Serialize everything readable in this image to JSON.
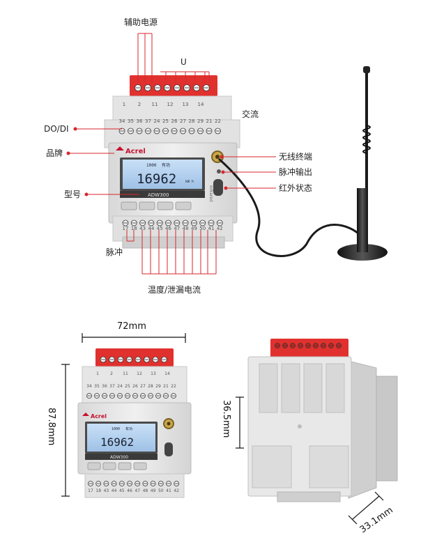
{
  "callouts": {
    "aux_power": "辅助电源",
    "voltage": "U",
    "ac": "交流",
    "do_di": "DO/DI",
    "brand": "品牌",
    "wireless": "无线终端",
    "pulse_output": "脉冲输出",
    "infrared": "红外状态",
    "model": "型号",
    "pulse": "脉冲",
    "temp_leakage": "温度/泄漏电流"
  },
  "device": {
    "brand": "Acrel",
    "model": "ADW300",
    "reading": "16962",
    "unit": "kW h",
    "infrared_label": "Infrared",
    "lcd_small_a": "1000",
    "lcd_small_b": "有功",
    "top_terminals": [
      "1",
      "2",
      "11",
      "12",
      "13",
      "14"
    ],
    "mid_terminals": [
      "34",
      "35",
      "36",
      "37",
      "24",
      "25",
      "26",
      "27",
      "28",
      "29",
      "21",
      "22"
    ],
    "bottom_terminals": [
      "17",
      "18",
      "43",
      "44",
      "45",
      "46",
      "47",
      "48",
      "49",
      "50",
      "41",
      "42"
    ]
  },
  "dimensions": {
    "width": "72mm",
    "height": "87.8mm",
    "back_height": "36.5mm",
    "depth": "33.1mm"
  },
  "colors": {
    "terminal_red": "#e0312e",
    "housing": "#e6e6e6",
    "lcd": "#b7d3f0",
    "callout_line": "#d9262c"
  }
}
